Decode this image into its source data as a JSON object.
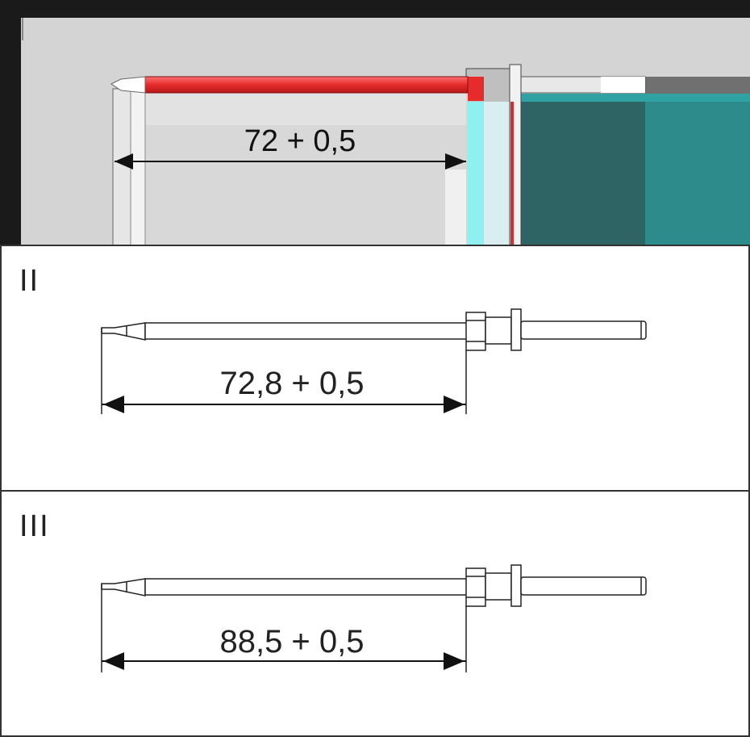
{
  "panels": [
    {
      "label": "",
      "dimension": "72 + 0,5"
    },
    {
      "label": "II",
      "dimension": "72,8 + 0,5"
    },
    {
      "label": "III",
      "dimension": "88,5 + 0,5"
    }
  ],
  "colors": {
    "frame": "#1a1a1a",
    "background_gray": "#d4d4d4",
    "red_tube": "#e52b2b",
    "teal_dark": "#2f6464",
    "teal": "#2e8b8b",
    "cyan_sleeve": "#8ff0f0"
  }
}
